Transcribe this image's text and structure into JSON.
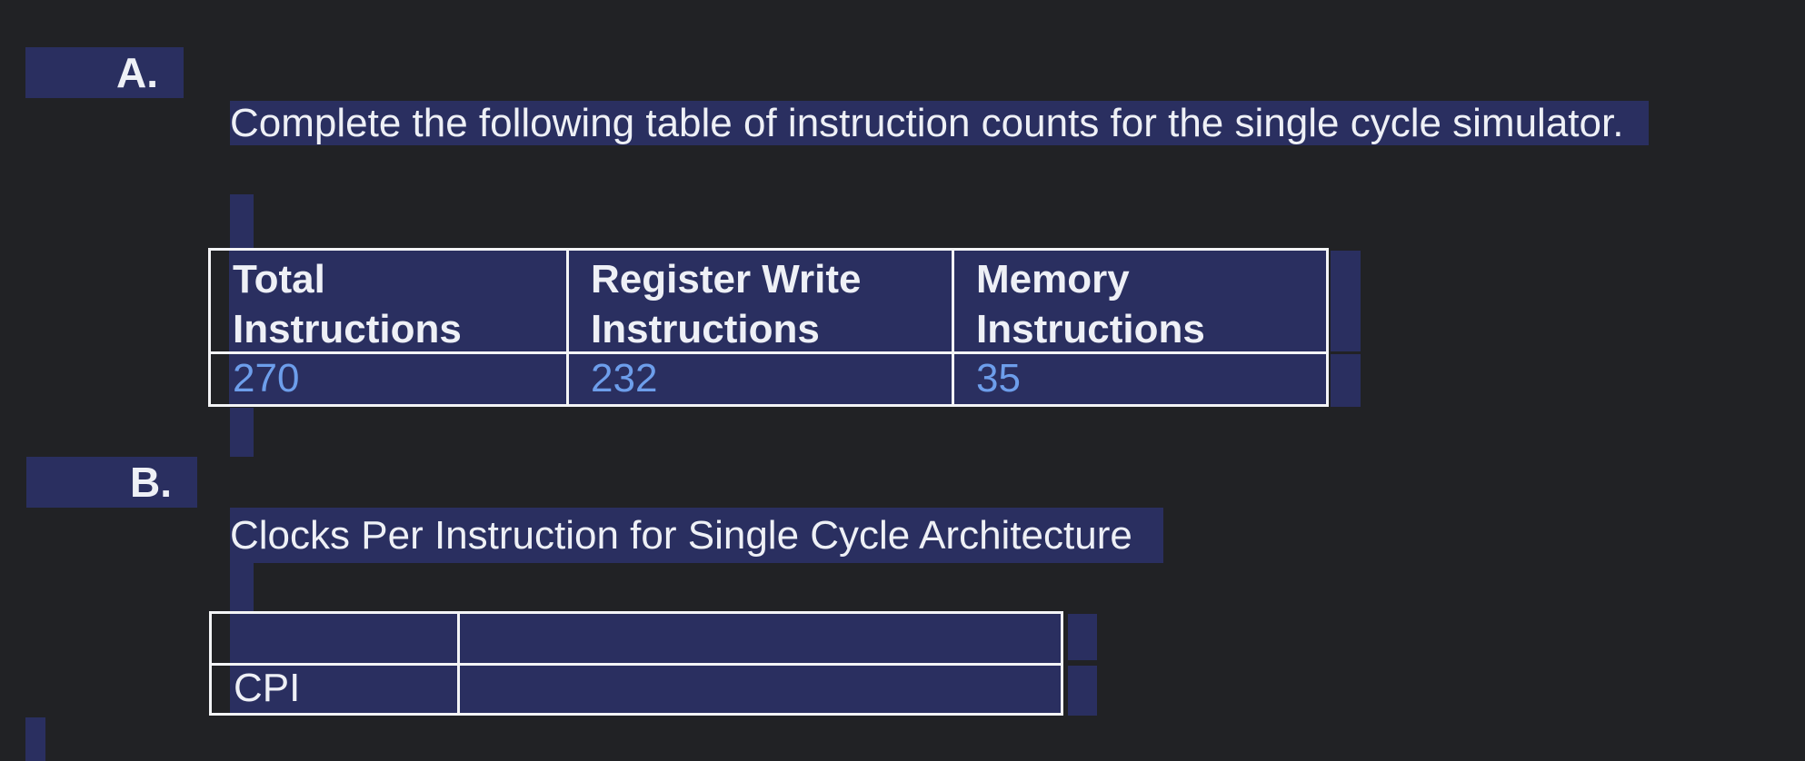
{
  "theme": {
    "background_color": "#212225",
    "selection_highlight_color": "#2a2f60",
    "text_color": "#eef0f6",
    "entered_value_color": "#6d9eeb",
    "table_border_color": "#f3f4f6"
  },
  "question_a": {
    "marker": "A.",
    "prompt": "Complete the following table of instruction counts for the single cycle simulator.",
    "table": {
      "columns": [
        "Total Instructions",
        "Register Write Instructions",
        "Memory Instructions"
      ],
      "values": [
        "270",
        "232",
        "35"
      ]
    }
  },
  "question_b": {
    "marker": "B.",
    "prompt": "Clocks Per Instruction for Single Cycle Architecture",
    "table": {
      "rows": [
        {
          "label": "",
          "value": ""
        },
        {
          "label": "CPI",
          "value": ""
        }
      ]
    }
  }
}
